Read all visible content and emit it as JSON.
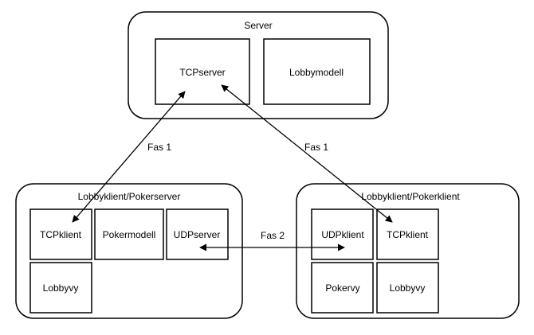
{
  "colors": {
    "stroke": "#000000",
    "background": "#ffffff",
    "text": "#000000"
  },
  "server": {
    "title": "Server",
    "tcp_server": "TCPserver",
    "lobby_model": "Lobbymodell"
  },
  "host_left": {
    "title": "Lobbyklient/Pokerserver",
    "tcp_client": "TCPklient",
    "poker_model": "Pokermodell",
    "udp_server": "UDPserver",
    "lobby_view": "Lobbyvy"
  },
  "host_right": {
    "title": "Lobbyklient/Pokerklient",
    "udp_client": "UDPklient",
    "tcp_client": "TCPklient",
    "poker_view": "Pokervy",
    "lobby_view": "Lobbyvy"
  },
  "connections": {
    "phase1_left": "Fas 1",
    "phase1_right": "Fas 1",
    "phase2": "Fas 2"
  }
}
